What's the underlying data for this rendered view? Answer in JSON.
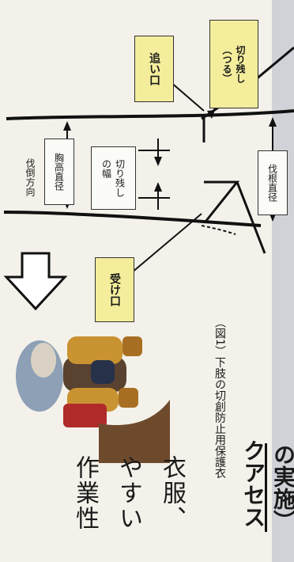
{
  "diagram": {
    "labels": {
      "oiguchi": "追い口",
      "kirinokoshi_tsuru": "切り残し\n（つる）",
      "dou_chokkei": "胸高直径",
      "kirinokoshi_haba": "切り残し\nの幅",
      "bakkon_chokkei": "伐根直径",
      "ukeguchi": "受け口",
      "battou_houkou": "伐倒方向"
    }
  },
  "caption": "（図1）下肢の切創防止用保護衣",
  "body_text": {
    "line1": "作業性",
    "line2": "やすい",
    "line3": "衣服、"
  },
  "heading": {
    "line1": "クアセス",
    "line2": "の実施）"
  }
}
